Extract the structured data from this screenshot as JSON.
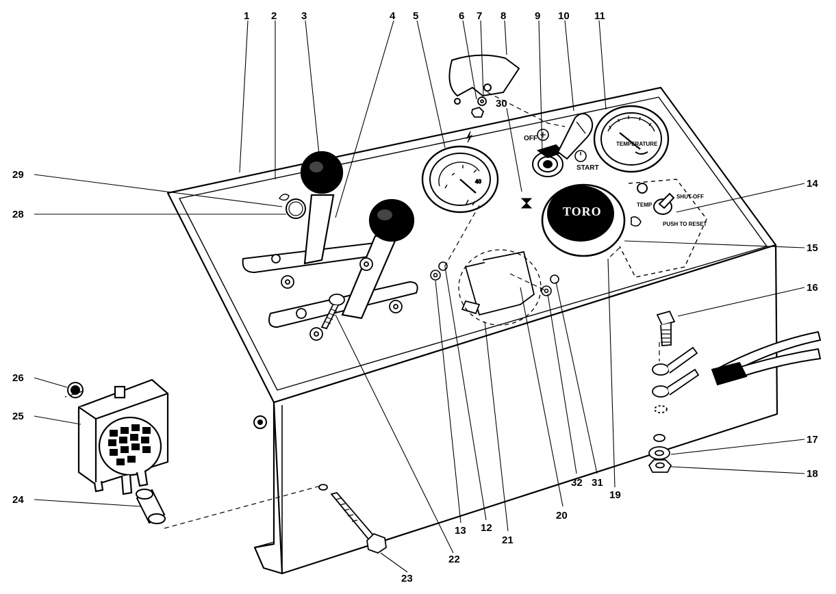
{
  "callouts": [
    "1",
    "2",
    "3",
    "4",
    "5",
    "6",
    "7",
    "8",
    "9",
    "10",
    "11",
    "14",
    "15",
    "16",
    "17",
    "18",
    "19",
    "20",
    "21",
    "22",
    "23",
    "24",
    "25",
    "26",
    "28",
    "29",
    "30",
    "31",
    "32",
    "12",
    "13"
  ],
  "panel_labels": {
    "off": "OFF",
    "start": "START",
    "temp": "TEMP",
    "shut_off": "SHUT-OFF",
    "push_to_reset": "PUSH TO RESET",
    "brand": "TORO",
    "gauge_number": "40",
    "temperature_gauge": "TEMPERATURE"
  }
}
